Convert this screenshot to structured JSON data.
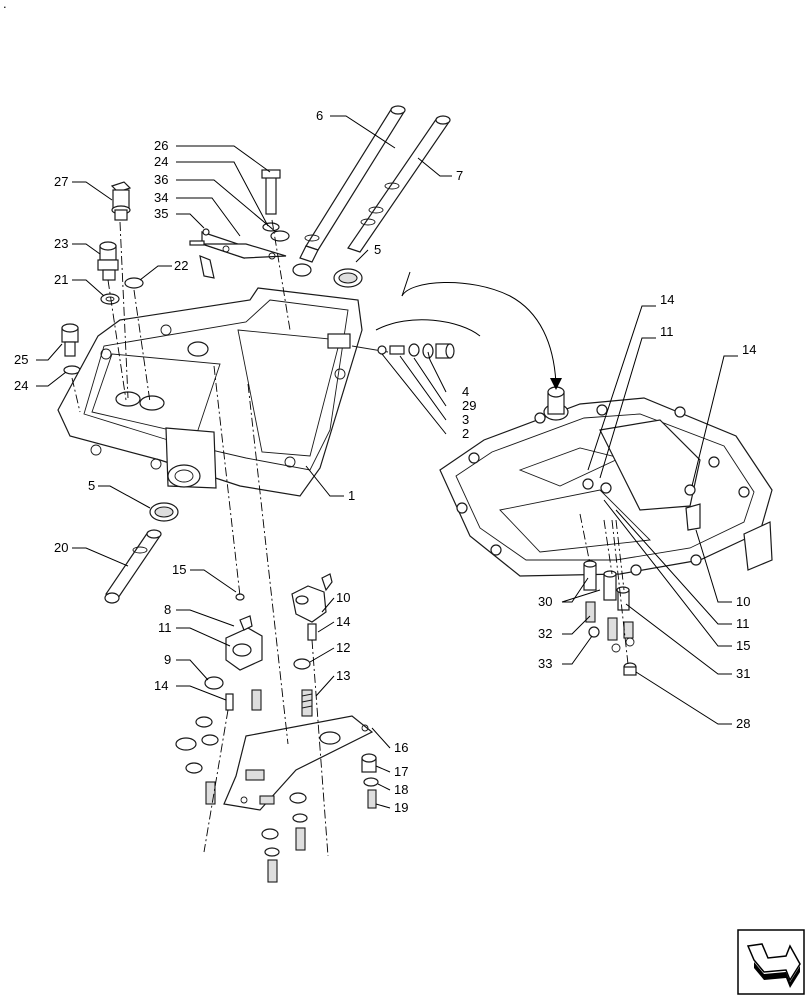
{
  "corner_mark": ".",
  "callouts": {
    "c6": "6",
    "c7": "7",
    "c26": "26",
    "c24a": "24",
    "c36": "36",
    "c34": "34",
    "c35": "35",
    "c27": "27",
    "c23": "23",
    "c21": "21",
    "c22": "22",
    "c5a": "5",
    "c25": "25",
    "c24b": "24",
    "c4": "4",
    "c29": "29",
    "c3": "3",
    "c2": "2",
    "c1": "1",
    "c5b": "5",
    "c20": "20",
    "c15a": "15",
    "c8": "8",
    "c11a": "11",
    "c9": "9",
    "c14a": "14",
    "c10a": "10",
    "c14b": "14",
    "c12": "12",
    "c13": "13",
    "c16": "16",
    "c17": "17",
    "c18": "18",
    "c19": "19",
    "c14c": "14",
    "c11b": "11",
    "c14d": "14",
    "c30": "30",
    "c32": "32",
    "c33": "33",
    "c10b": "10",
    "c11c": "11",
    "c15b": "15",
    "c31": "31",
    "c28": "28"
  },
  "nav": {
    "icon": "next-page-arrow-icon"
  }
}
